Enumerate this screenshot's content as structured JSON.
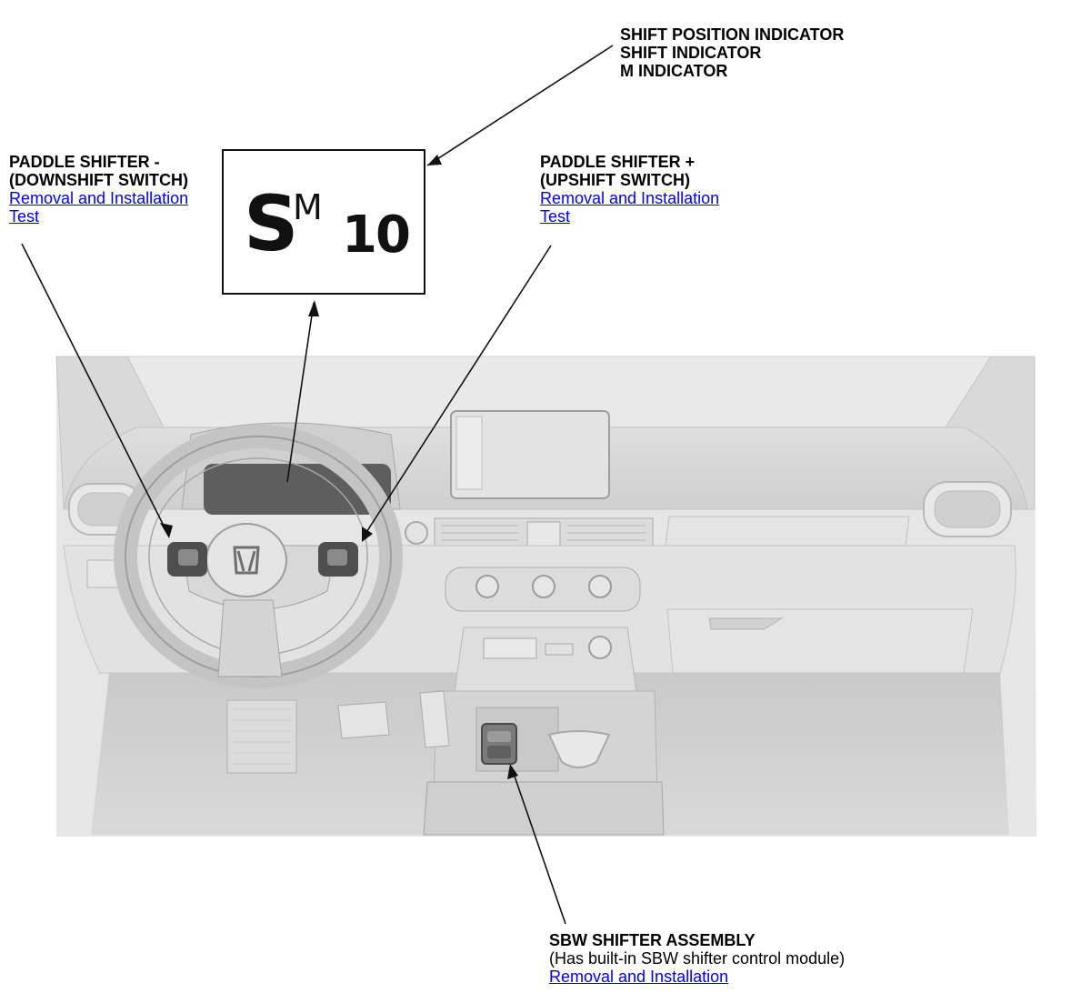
{
  "labels": {
    "shift_indicator": {
      "lines": [
        "SHIFT POSITION INDICATOR",
        "SHIFT INDICATOR",
        "M INDICATOR"
      ]
    },
    "paddle_minus": {
      "title_1": "PADDLE SHIFTER -",
      "title_2": "(DOWNSHIFT SWITCH)",
      "link_removal": "Removal and Installation",
      "link_test": "Test"
    },
    "paddle_plus": {
      "title_1": "PADDLE SHIFTER +",
      "title_2": "(UPSHIFT SWITCH)",
      "link_removal": "Removal and Installation",
      "link_test": "Test"
    },
    "sbw": {
      "title": "SBW SHIFTER ASSEMBLY",
      "note": "(Has built-in SBW shifter control module)",
      "link_removal": "Removal and Installation"
    }
  },
  "indicator_display": {
    "mode_letter": "S",
    "sub_letter": "M",
    "gear_number": "10"
  },
  "colors": {
    "link": "#0000ee",
    "line": "#111111",
    "interior": "#d6d6d6"
  }
}
